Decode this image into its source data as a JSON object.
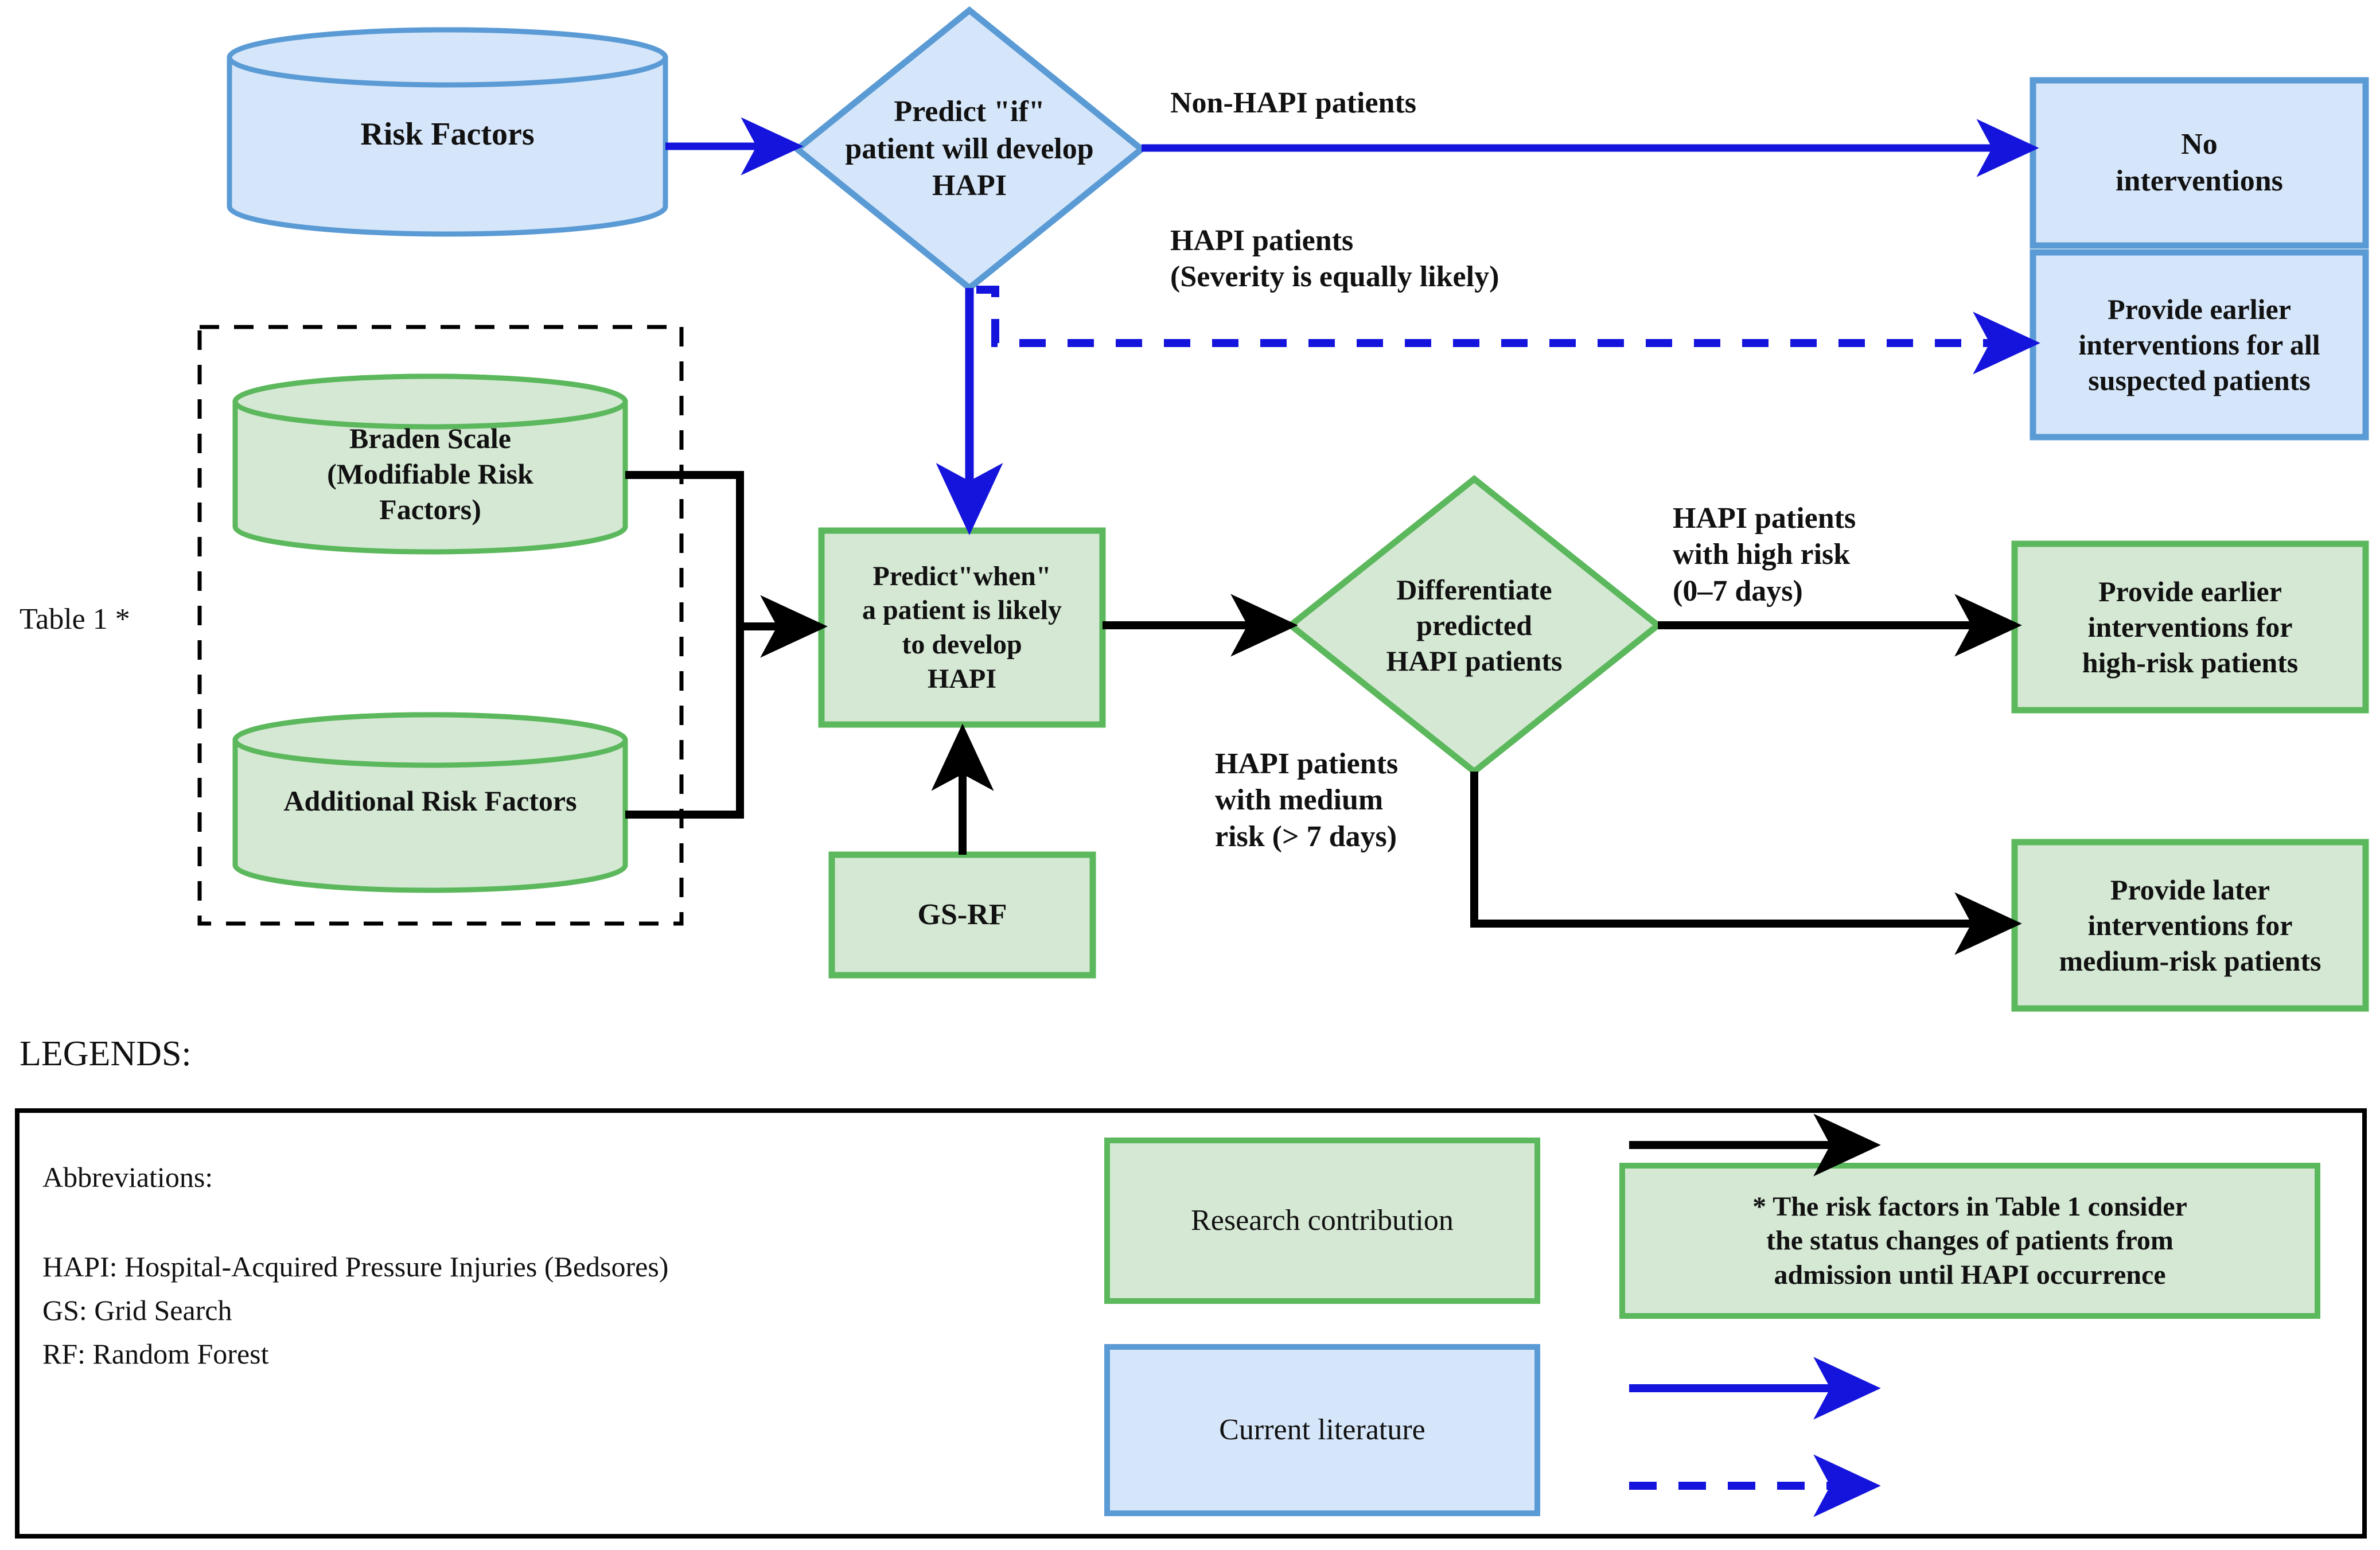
{
  "colors": {
    "blue_fill": "#d6e6fa",
    "blue_border": "#5b9bd5",
    "green_fill": "#d5e8d4",
    "green_border": "#5cb85c",
    "blue_arrow": "#1414dc",
    "black_arrow": "#000000",
    "text": "#111111"
  },
  "nodes": {
    "risk_factors_db": "Risk Factors",
    "predict_if_diamond": "Predict \"if\"\npatient will develop\nHAPI",
    "no_interventions": "No\ninterventions",
    "provide_all_suspected": "Provide earlier\ninterventions for all\nsuspected patients",
    "braden_scale_db": "Braden Scale\n(Modifiable Risk\nFactors)",
    "additional_risk_db": "Additional Risk Factors",
    "predict_when_box": "Predict\"when\"\na patient is likely\nto develop\nHAPI",
    "gs_rf_box": "GS-RF",
    "differentiate_diamond": "Differentiate\npredicted\nHAPI patients",
    "provide_high_risk": "Provide earlier\ninterventions for\nhigh-risk patients",
    "provide_medium_risk": "Provide later\ninterventions for\nmedium-risk patients"
  },
  "edge_labels": {
    "non_hapi": "Non-HAPI patients",
    "hapi_equally_likely": "HAPI patients\n(Severity is equally likely)",
    "high_risk": "HAPI patients\nwith high risk\n(0–7 days)",
    "medium_risk": "HAPI patients\nwith medium\nrisk (> 7 days)"
  },
  "annotations": {
    "table1": "Table 1 *"
  },
  "legend": {
    "heading": "LEGENDS:",
    "abbrev_heading": "Abbreviations:",
    "abbreviations": [
      "HAPI: Hospital-Acquired Pressure Injuries (Bedsores)",
      "GS: Grid Search",
      "RF: Random Forest"
    ],
    "swatches": [
      {
        "label": "Research contribution",
        "kind": "green-box"
      },
      {
        "label": "Current literature",
        "kind": "blue-box"
      }
    ],
    "note": "* The risk factors in Table 1 consider\nthe status changes of patients from\nadmission until HAPI occurrence",
    "arrow_keys": [
      {
        "name": "black-solid-arrow"
      },
      {
        "name": "blue-solid-arrow"
      },
      {
        "name": "blue-dashed-arrow"
      }
    ]
  }
}
